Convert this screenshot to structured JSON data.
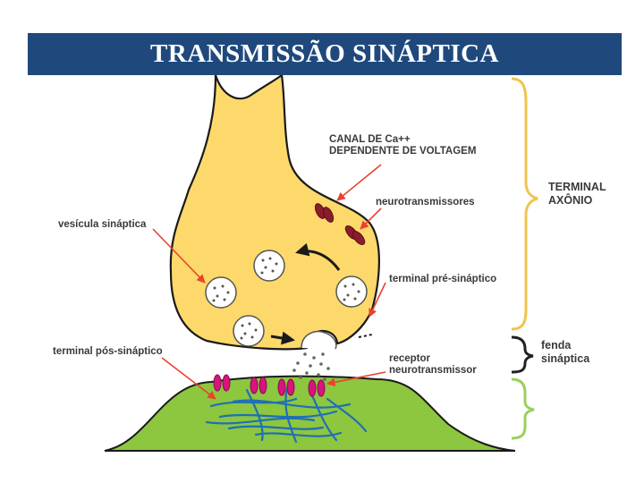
{
  "title": "TRANSMISSÃO SINÁPTICA",
  "labels": {
    "canal_line1": "CANAL DE Ca++",
    "canal_line2": "DEPENDENTE DE VOLTAGEM",
    "neurotransmissores": "neurotransmissores",
    "vesicula": "vesícula sináptica",
    "terminal_pre": "terminal pré-sináptico",
    "terminal_pos": "terminal pós-sináptico",
    "receptor_line1": "receptor",
    "receptor_line2": "neurotransmissor",
    "terminal_axonio_line1": "TERMINAL",
    "terminal_axonio_line2": "AXÔNIO",
    "fenda_line1": "fenda",
    "fenda_line2": "sináptica"
  },
  "colors": {
    "title_bar": "#1f497d",
    "axon_fill": "#fdd96b",
    "post_fill": "#8dc63f",
    "channel": "#8b1c2c",
    "receptor": "#d6157d",
    "arrow": "#e8432e",
    "bracket_axon": "#f0c44c",
    "bracket_fenda": "#222222",
    "bracket_post": "#9bcf5a",
    "cytoskeleton": "#1f6fb5"
  }
}
